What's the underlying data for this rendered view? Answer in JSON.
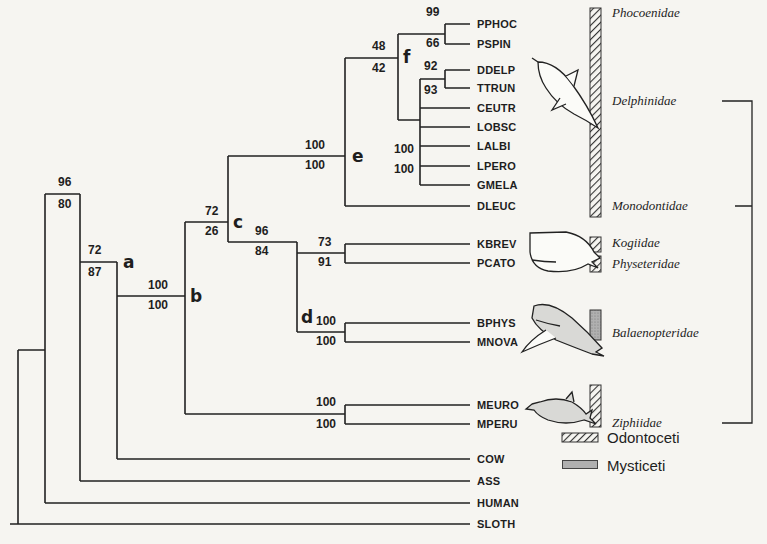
{
  "diagram": {
    "labels": [
      "99",
      "66",
      "PPHOC",
      "PSPIN",
      "Phocoenidae",
      "92",
      "93",
      "DDELP",
      "TTRUN",
      "48",
      "f",
      "42",
      "CEUTR",
      "Delphinidae",
      "LOBSC",
      "100",
      "100",
      "e",
      "LALBI",
      "LPERO",
      "100",
      "100",
      "GMELA",
      "DLEUC",
      "Monodontidae",
      "72",
      "c",
      "26",
      "96",
      "84",
      "73",
      "KBREV",
      "Kogiidae",
      "91",
      "PCATO",
      "Physeteridae",
      "100",
      "b",
      "100",
      "d",
      "100",
      "BPHYS",
      "Balaenopteridae",
      "100",
      "MNOVA",
      "96",
      "80",
      "72",
      "a",
      "87",
      "100",
      "MEURO",
      "100",
      "MPERU",
      "Ziphiidae",
      "COW",
      "ASS",
      "HUMAN",
      "SLOTH"
    ],
    "legend": [
      {
        "text": "Odontoceti"
      },
      {
        "text": "Mysticeti",
        "color": "#b0b0b0"
      }
    ]
  }
}
